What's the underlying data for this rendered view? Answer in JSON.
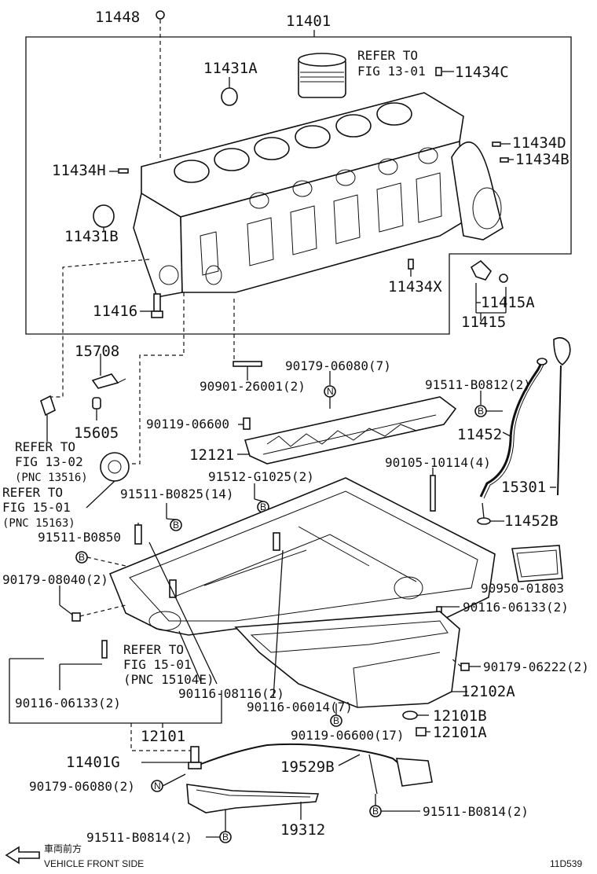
{
  "labels": {
    "p11448": "11448",
    "p11401": "11401",
    "p11431A": "11431A",
    "refer_13_01_a": "REFER TO",
    "refer_13_01_b": "FIG 13-01",
    "p11434C": "11434C",
    "p11434D": "11434D",
    "p11434B": "11434B",
    "p11434H": "11434H",
    "p11431B": "11431B",
    "p11434X": "11434X",
    "p11416": "11416",
    "p11415A": "11415A",
    "p11415": "11415",
    "p15708": "15708",
    "p90179_06080_7": "90179-06080(7)",
    "p91511_B0812_2": "91511-B0812(2)",
    "p90901_26001_2": "90901-26001(2)",
    "p15605": "15605",
    "p90119_06600": "90119-06600",
    "p11452": "11452",
    "refer_13_02_a": "REFER TO",
    "refer_13_02_b": "FIG 13-02",
    "refer_13_02_c": "(PNC 13516)",
    "p12121": "12121",
    "p90105_10114_4": "90105-10114(4)",
    "refer_15_01_a": "REFER TO",
    "refer_15_01_b": "FIG 15-01",
    "refer_15_01_c": "(PNC 15163)",
    "p91512_G1025_2": "91512-G1025(2)",
    "p15301": "15301",
    "p91511_B0825_14": "91511-B0825(14)",
    "p11452B": "11452B",
    "p91511_B0850": "91511-B0850",
    "p90179_08040_2": "90179-08040(2)",
    "p90950_01803": "90950-01803",
    "p90116_06133_2_r": "90116-06133(2)",
    "refer_15104_a": "REFER TO",
    "refer_15104_b": "FIG 15-01",
    "refer_15104_c": "(PNC 15104E)",
    "p90179_06222_2": "90179-06222(2)",
    "p90116_06133_2_l": "90116-06133(2)",
    "p90116_08116_2": "90116-08116(2)",
    "p12102A": "12102A",
    "p90116_06014_7": "90116-06014(7)",
    "p12101B": "12101B",
    "p12101": "12101",
    "p90119_06600_17": "90119-06600(17)",
    "p12101A": "12101A",
    "p11401G": "11401G",
    "p19529B": "19529B",
    "p90179_06080_2": "90179-06080(2)",
    "p91511_B0814_2_r": "91511-B0814(2)",
    "p91511_B0814_2_l": "91511-B0814(2)",
    "p19312": "19312"
  },
  "markers": {
    "N": "N",
    "B": "B"
  },
  "footer": {
    "jp_text": "車両前方",
    "vehicle_front": "VEHICLE FRONT SIDE",
    "diagram_code": "11D539"
  }
}
